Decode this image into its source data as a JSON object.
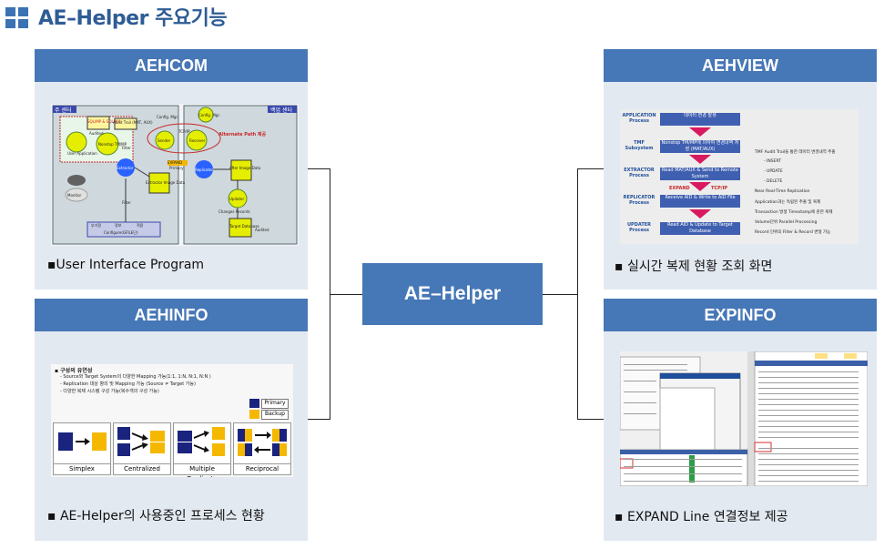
{
  "header": {
    "title": "AE–Helper 주요기능"
  },
  "center": {
    "label": "AE–Helper"
  },
  "panels": {
    "aehcom": {
      "title": "AEHCOM",
      "caption": "▪User Interface Program",
      "diagram": {
        "left_tab": "주 센터",
        "right_tab": "백업 센터",
        "nodes": [
          "User Application",
          "SQL/MP & SQL/MX",
          "Audit Trail (MAT, AUX)",
          "Nonstop TM/MP",
          "Extractor",
          "Extractor Image Data",
          "Config. Mgr.",
          "Config. Mgr.",
          "Sender",
          "TCP/IP",
          "Receiver",
          "EXPAND",
          "Replicator",
          "After Image Data",
          "Updater",
          "Target Database",
          "Monitor"
        ],
        "labels": [
          "Audited",
          "Filter",
          "Filter",
          "Primary",
          "Alternate Path 제공",
          "Changes Records",
          "Audited",
          "Configure(GFILE단)",
          "부가정",
          "정보",
          "적용"
        ]
      }
    },
    "aehinfo": {
      "title": "AEHINFO",
      "caption": "▪ AE-Helper의 사용중인 프로세스 현황",
      "diagram": {
        "heading": "▪ 구성의 유연성",
        "bullets": [
          "- Source와 Target System의 다양한 Mapping 가능(1:1, 1:N, N:1, N:N )",
          "- Replication 대상 항의 및 Mapping 가능 (Source ≠ Target 가능)",
          "- 다양한 복제 시스템 구성 가능(복수개의 구성 가능)"
        ],
        "legend": [
          "Primary",
          "Backup"
        ],
        "modes": [
          "Simplex",
          "Centralized",
          "Multiple Duplicate",
          "Reciprocal"
        ],
        "colors": {
          "primary": "#1a237e",
          "backup": "#f5b800"
        }
      }
    },
    "aehview": {
      "title": "AEHVIEW",
      "caption": "▪ 실시간 복제 현황 조회 화면",
      "diagram": {
        "stages": [
          {
            "name": "APPLICATION Process",
            "text": "데이터 변경 발생"
          },
          {
            "name": "TMF Subsystem",
            "text": "Nonstop TM/MP에 의하여 변경내역 저장 (MAT/AUX)"
          },
          {
            "name": "EXTRACTOR Process",
            "text": "Read MAT/AUX & Send to Remote System"
          },
          {
            "name": "REPLICATOR Process",
            "text": "Receive AID & Write to AID File"
          },
          {
            "name": "UPDATER Process",
            "text": "Read AID & Update to Target Database"
          }
        ],
        "link": [
          "EXPAND",
          "TCP/IP"
        ],
        "bullets": [
          "TMF Audit Trail을 통한 데이터 변경내역 추출",
          "- INSERT",
          "- UPDATE",
          "- DELETE",
          "Near Real-Time Replication",
          "Application과는 독립된 추출 및 복제",
          "Transaction 발생 Timestamp에 준한 복제",
          "Volume단위 Parallel Processing",
          "Record 단위의 Filter & Record 변형 가능"
        ]
      }
    },
    "expinfo": {
      "title": "EXPINFO",
      "caption": "▪ EXPAND Line 연결정보 제공"
    }
  }
}
